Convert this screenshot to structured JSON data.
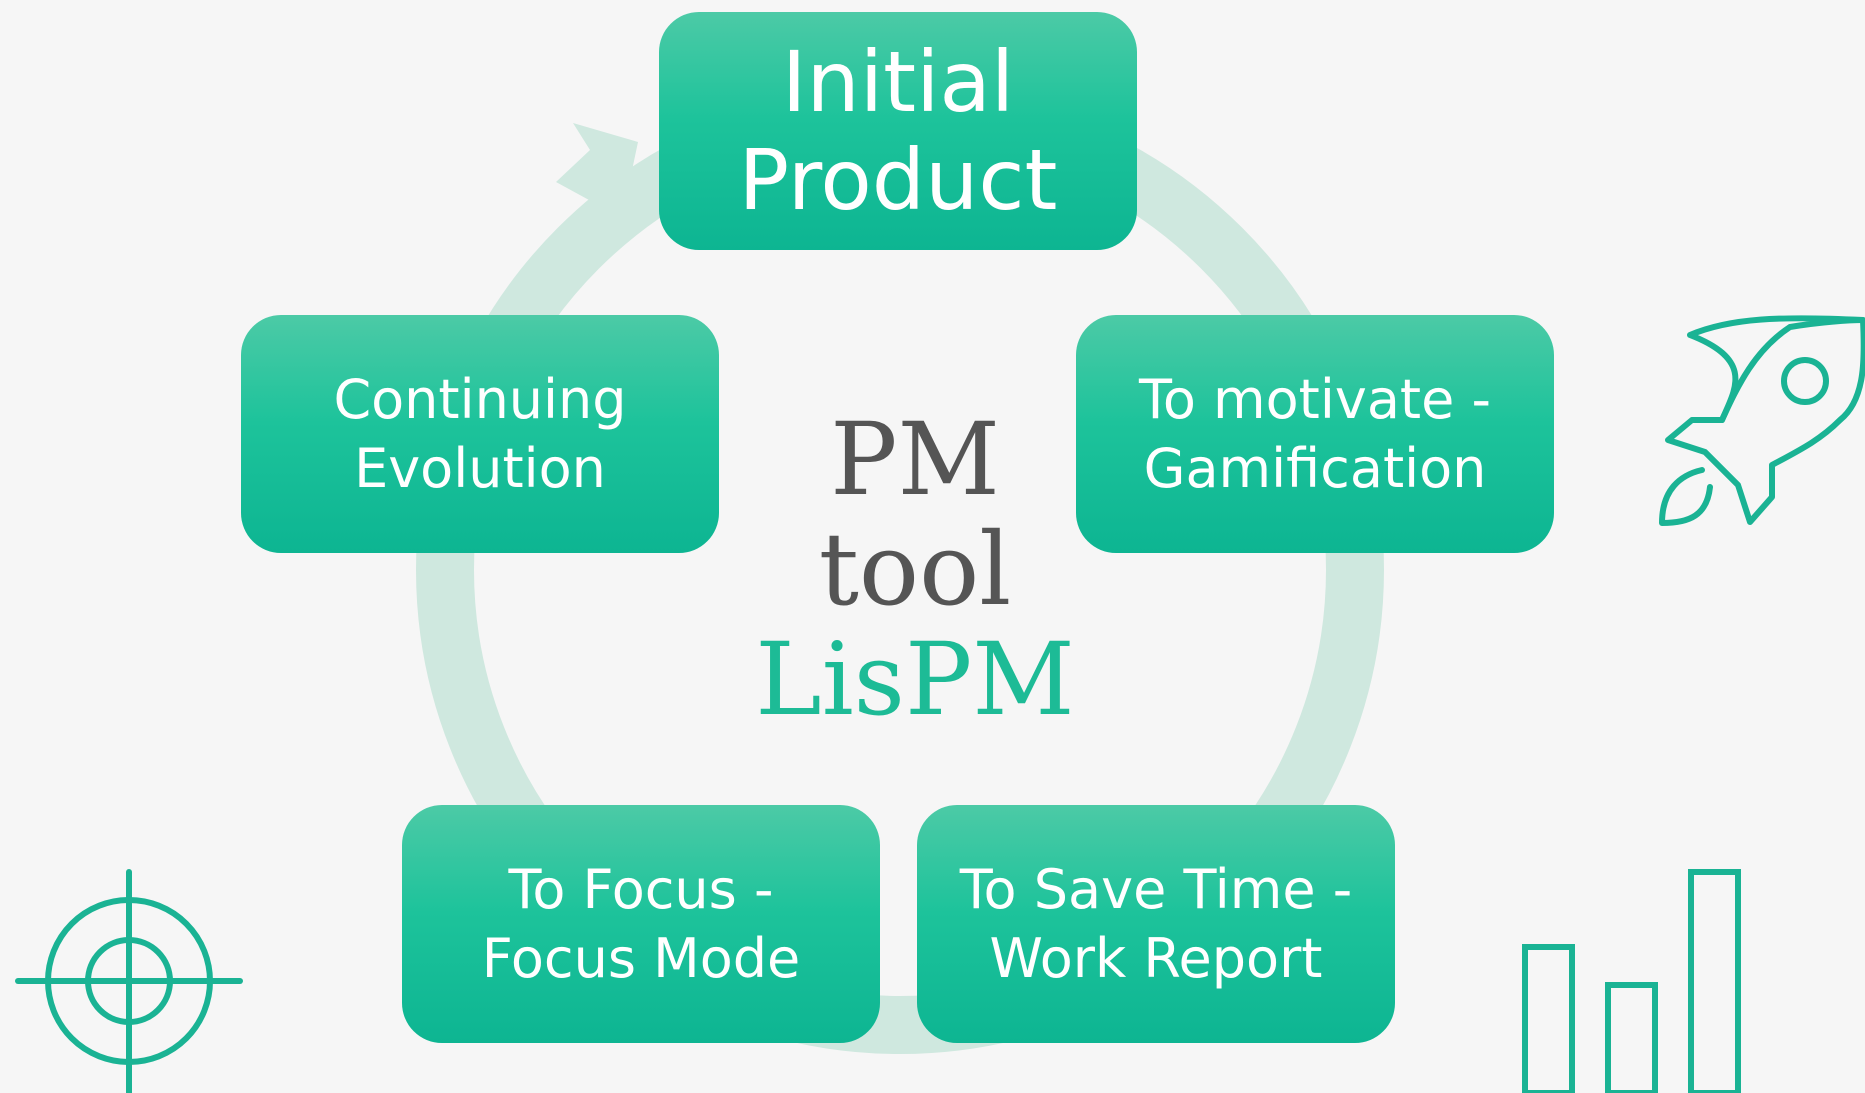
{
  "diagram": {
    "accent_color": "#1dc39b",
    "ring_color": "#cfe8df",
    "center": {
      "line1": "PM",
      "line2": "tool",
      "line3": "LisPM"
    },
    "steps": [
      {
        "line1": "Initial",
        "line2": "Product"
      },
      {
        "line1": "To motivate -",
        "line2": "Gamification"
      },
      {
        "line1": "To Save Time -",
        "line2": "Work Report"
      },
      {
        "line1": "To Focus -",
        "line2": "Focus Mode"
      },
      {
        "line1": "Continuing",
        "line2": "Evolution"
      }
    ],
    "decorations": [
      "rocket-icon",
      "bar-chart-icon",
      "target-icon"
    ]
  }
}
